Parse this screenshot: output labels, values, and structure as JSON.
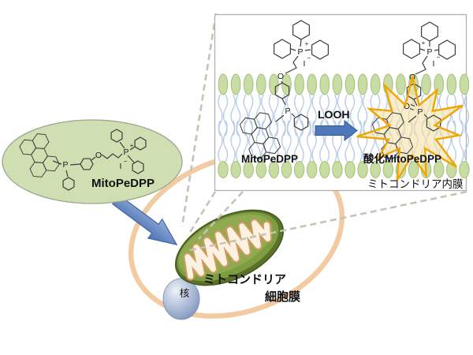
{
  "inset": {
    "reduced_label": "MitoPeDPP",
    "arrow_label": "LOOH",
    "oxidized_label": "酸化MitoPeDPP",
    "caption": "ミトコンドリア内膜"
  },
  "probe": {
    "label": "MitoPeDPP"
  },
  "cell": {
    "membrane_label": "細胞膜",
    "mitochondrion_label": "ミトコンドリア",
    "nucleus_label": "核"
  },
  "atoms": {
    "phosphorus": "P",
    "oxygen": "O",
    "iodine": "I",
    "plus": "+",
    "minus": "−"
  },
  "colors": {
    "lipid_head": "#c9dca4",
    "lipid_tail": "#b9cde8",
    "probe_oval_fill": "#cfdfb2",
    "mitochondrion_green": "#7e9c40",
    "cristae_cream": "#fdf2e1",
    "cristae_outline": "#d29a5e",
    "nucleus_blue": "#8ba3c9",
    "cell_membrane": "#f2cba3",
    "arrow_blue": "#4f77bb",
    "starburst_orange": "#f0a500",
    "dashed_line": "#c6c2b4",
    "inset_border": "#b0b0b0"
  }
}
